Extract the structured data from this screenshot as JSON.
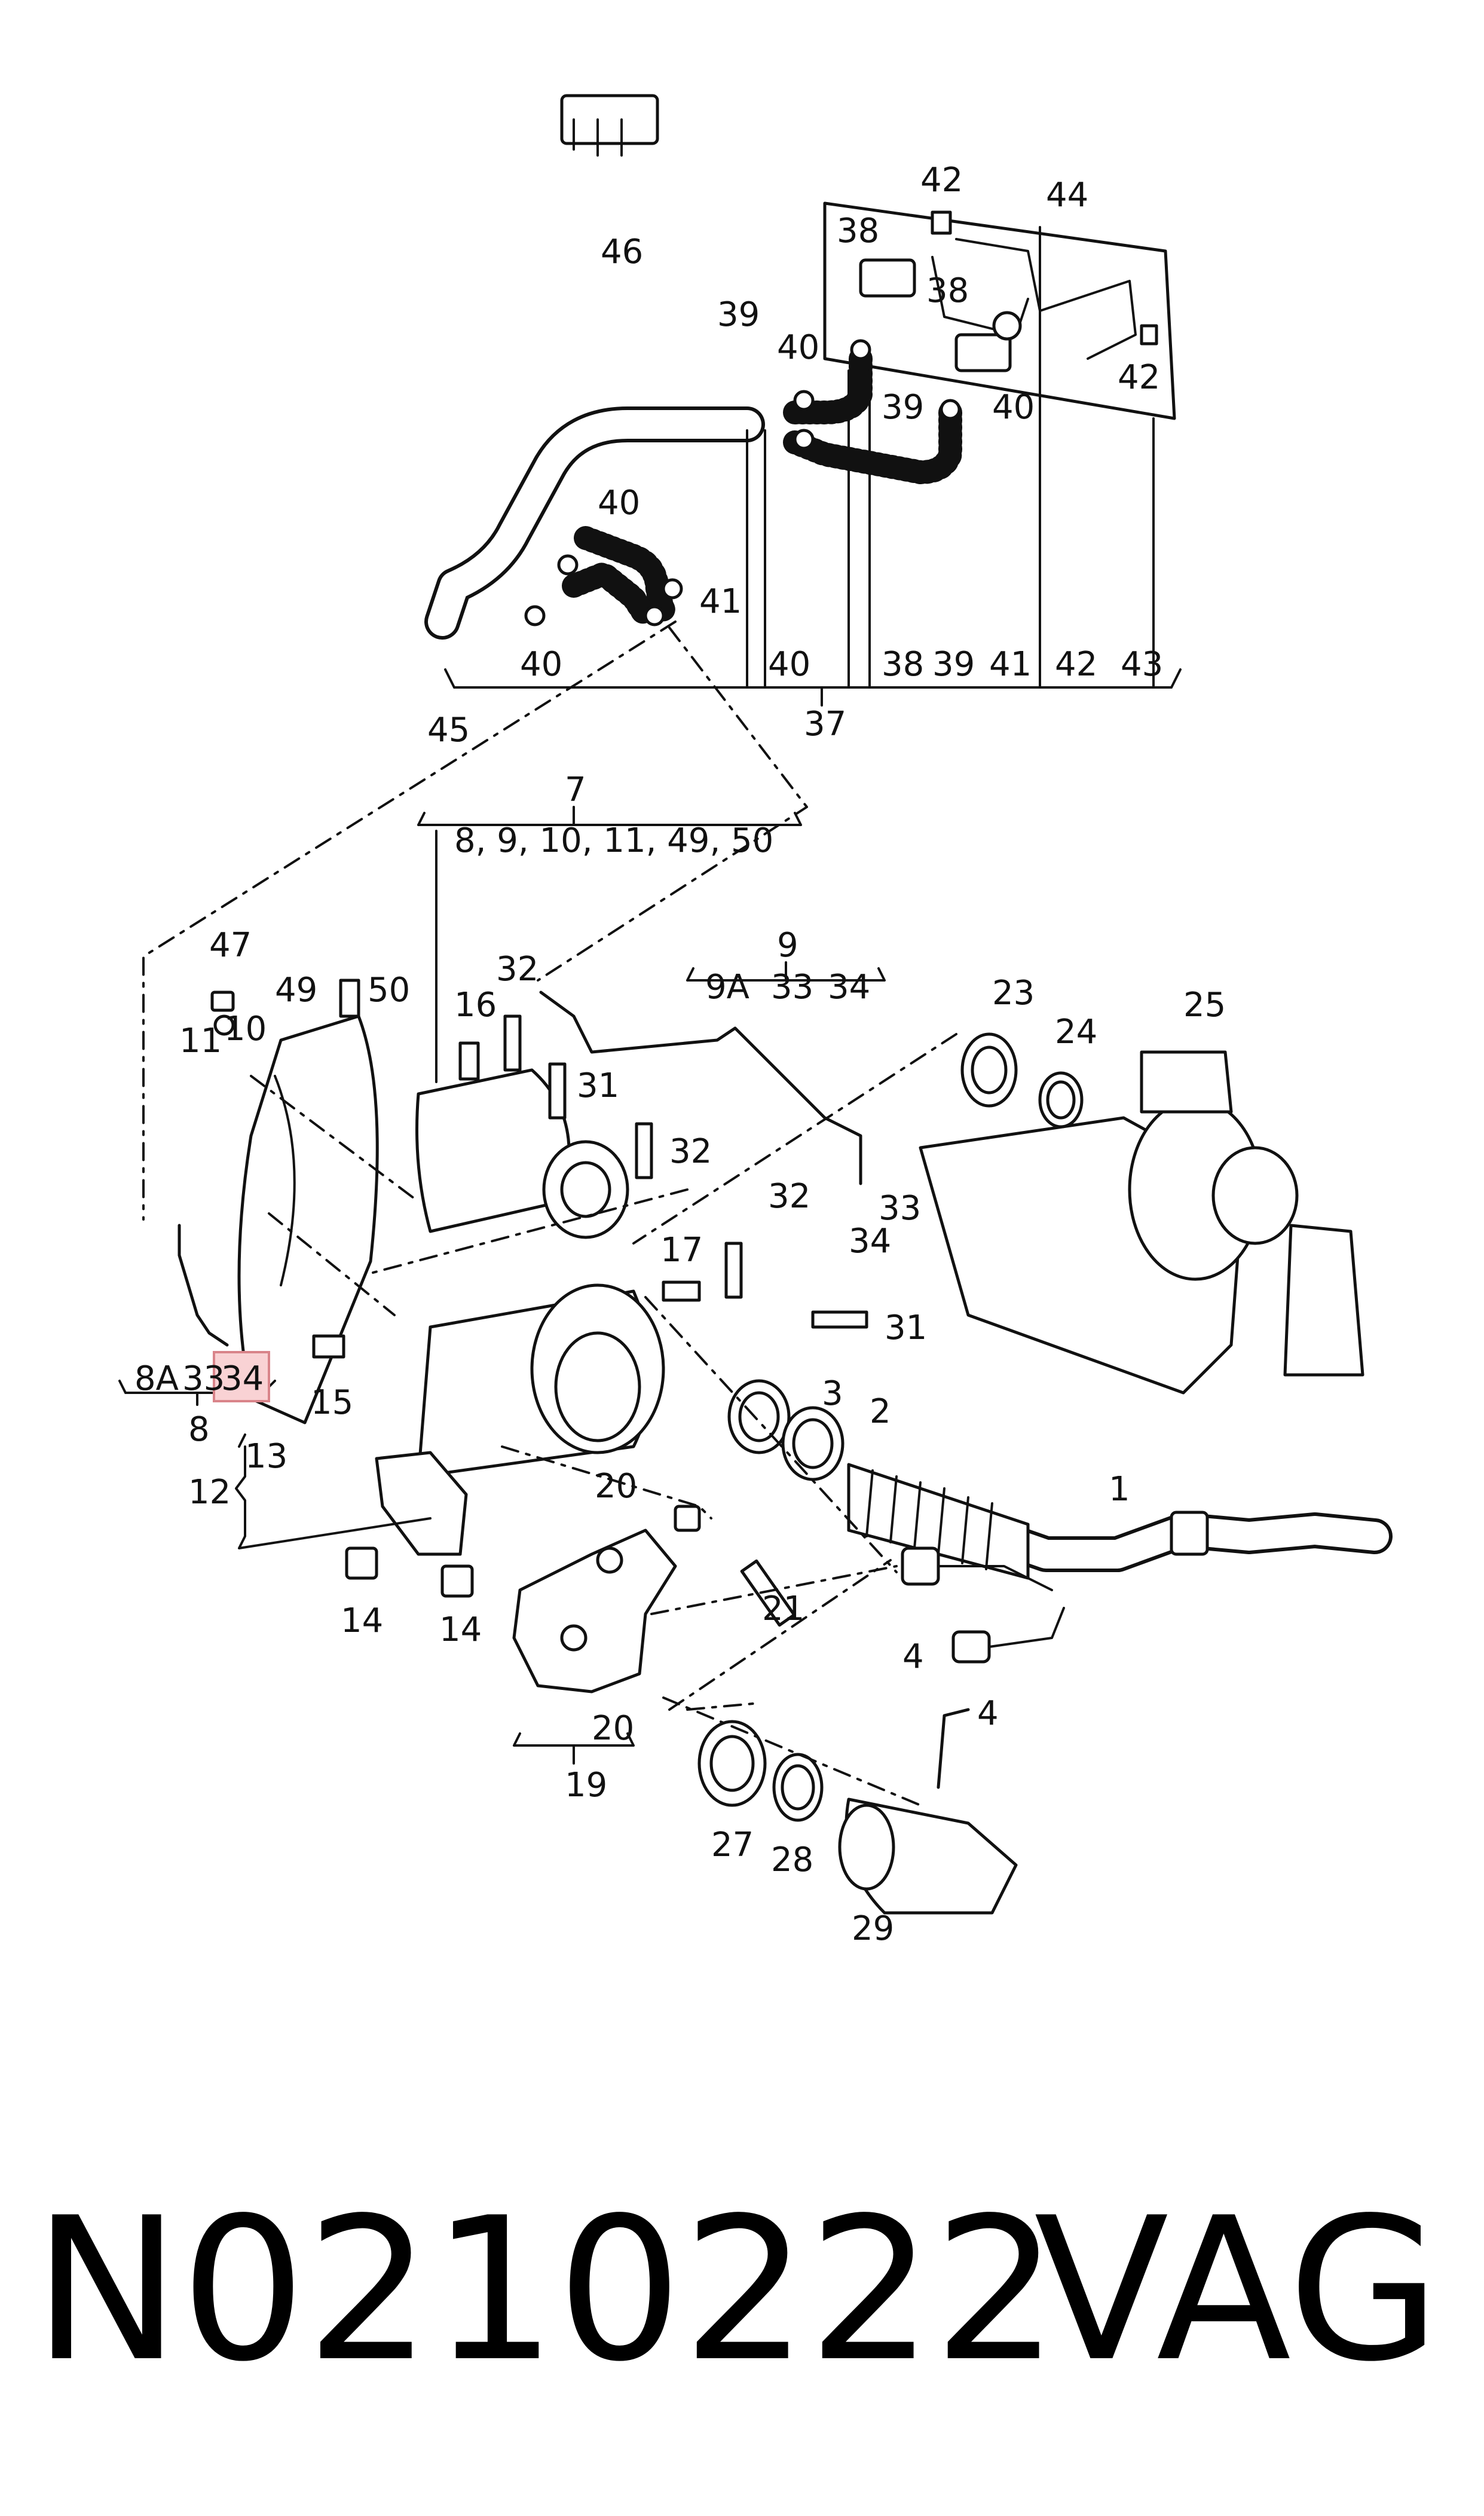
{
  "diagram": {
    "part_number": "N0210222",
    "brand": "VAG",
    "highlighted_callout": "34",
    "callouts": {
      "c46": "46",
      "c42a": "42",
      "c44": "44",
      "c38a": "38",
      "c38b": "38",
      "c39a": "39",
      "c40a": "40",
      "c39b": "39",
      "c40b": "40",
      "c42b": "42",
      "c40c": "40",
      "c41a": "41",
      "c40d": "40",
      "c45": "45",
      "g37_1": "40",
      "g37_2": "38",
      "g37_3": "39",
      "g37_4": "41",
      "g37_5": "42",
      "g37_6": "43",
      "c37": "37",
      "c7": "7",
      "c7list": "8, 9, 10, 11, 49, 50",
      "c9": "9",
      "c9a": "9A",
      "c9_33": "33",
      "c9_34": "34",
      "c47": "47",
      "c49": "49",
      "c50": "50",
      "c11": "11",
      "c10": "10",
      "c16": "16",
      "c32a": "32",
      "c31a": "31",
      "c32b": "32",
      "c32c": "32",
      "c33a": "33",
      "c34a": "34",
      "c17": "17",
      "c31b": "31",
      "c23": "23",
      "c24": "24",
      "c25": "25",
      "c8a": "8A",
      "c8_33": "33",
      "c8_34": "34",
      "c8": "8",
      "c15": "15",
      "c3": "3",
      "c2": "2",
      "c1": "1",
      "c13": "13",
      "c12": "12",
      "c20a": "20",
      "c21": "21",
      "c14a": "14",
      "c14b": "14",
      "c4a": "4",
      "c4b": "4",
      "c20b": "20",
      "c19": "19",
      "c27": "27",
      "c28": "28",
      "c29": "29"
    }
  }
}
